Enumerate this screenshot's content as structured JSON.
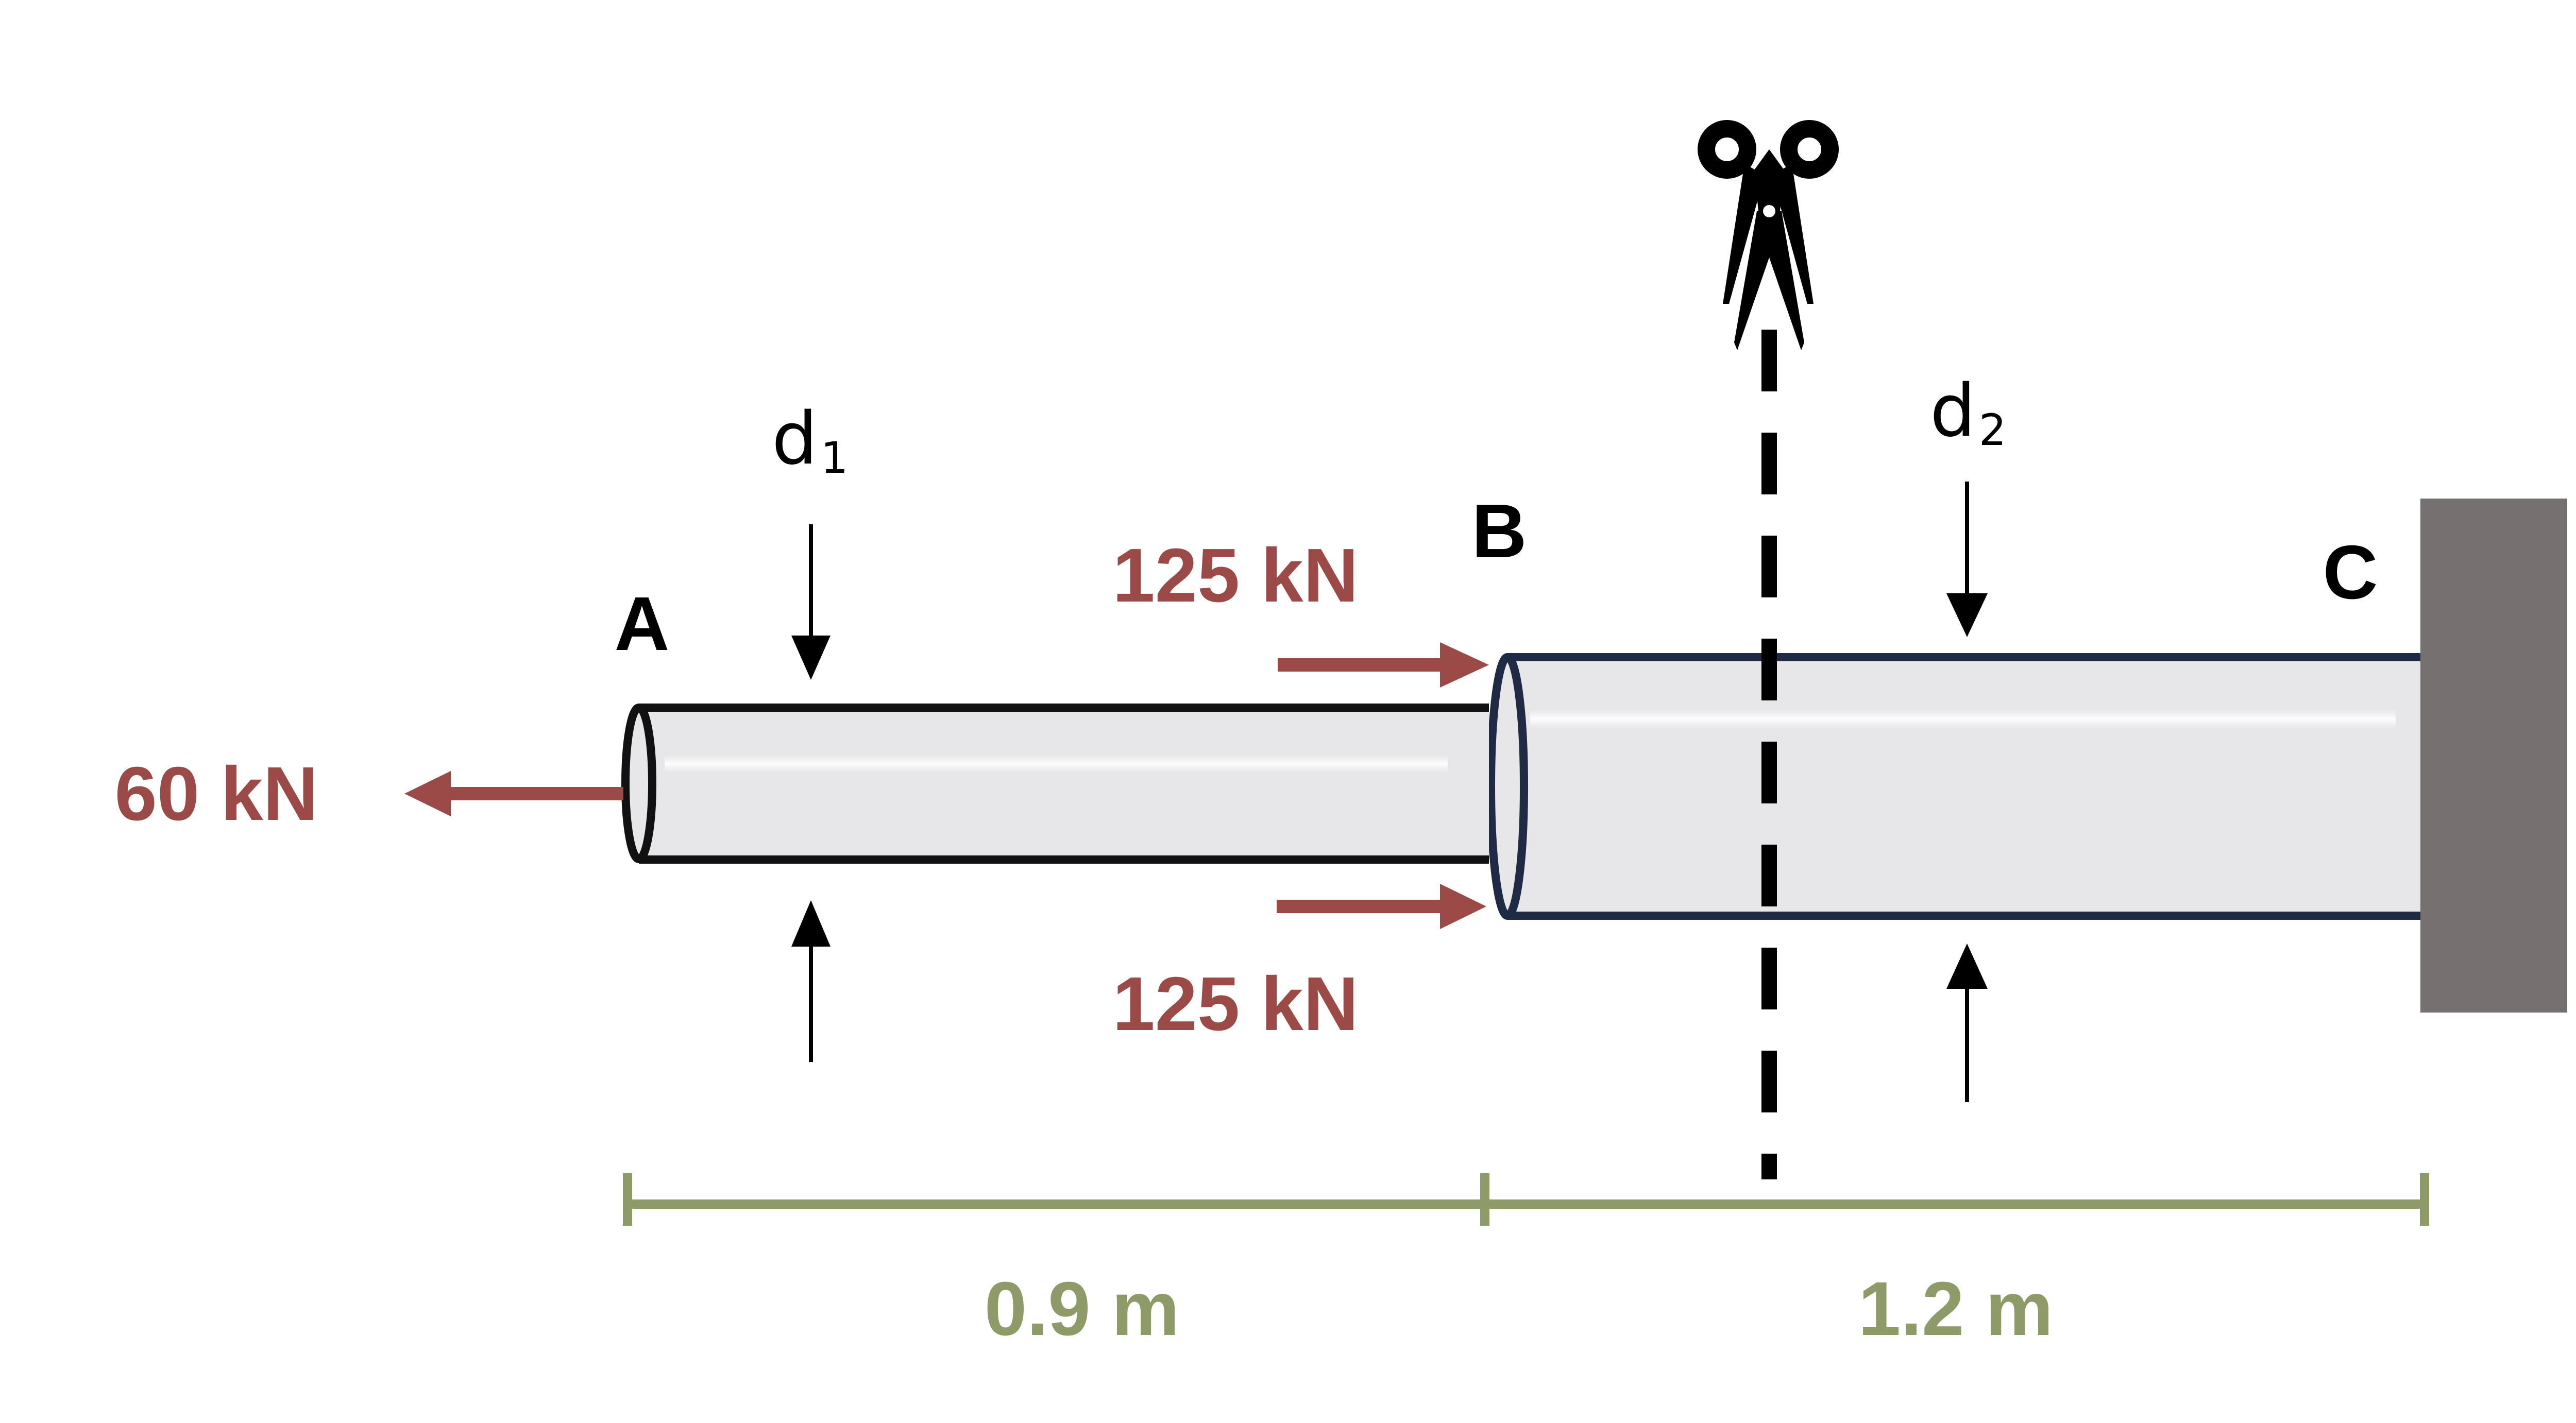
{
  "points": {
    "a": "A",
    "b": "B",
    "c": "C"
  },
  "forces": {
    "left_load": "60 kN",
    "top_load_at_b": "125 kN",
    "bottom_load_at_b": "125 kN"
  },
  "diameters": {
    "d1_base": "d",
    "d1_sub": "1",
    "d2_base": "d",
    "d2_sub": "2"
  },
  "dimensions": {
    "segment_ab": "0.9 m",
    "segment_bc": "1.2 m"
  },
  "colors": {
    "force": "#9b4a47",
    "dimension": "#8e9a68",
    "rod_fill": "#e7e6e8",
    "rod_outline_ab": "#111111",
    "rod_outline_bc": "#1f2a44",
    "wall": "#767170",
    "cut_line": "#000000"
  },
  "icons": {
    "cut": "scissors-icon"
  }
}
